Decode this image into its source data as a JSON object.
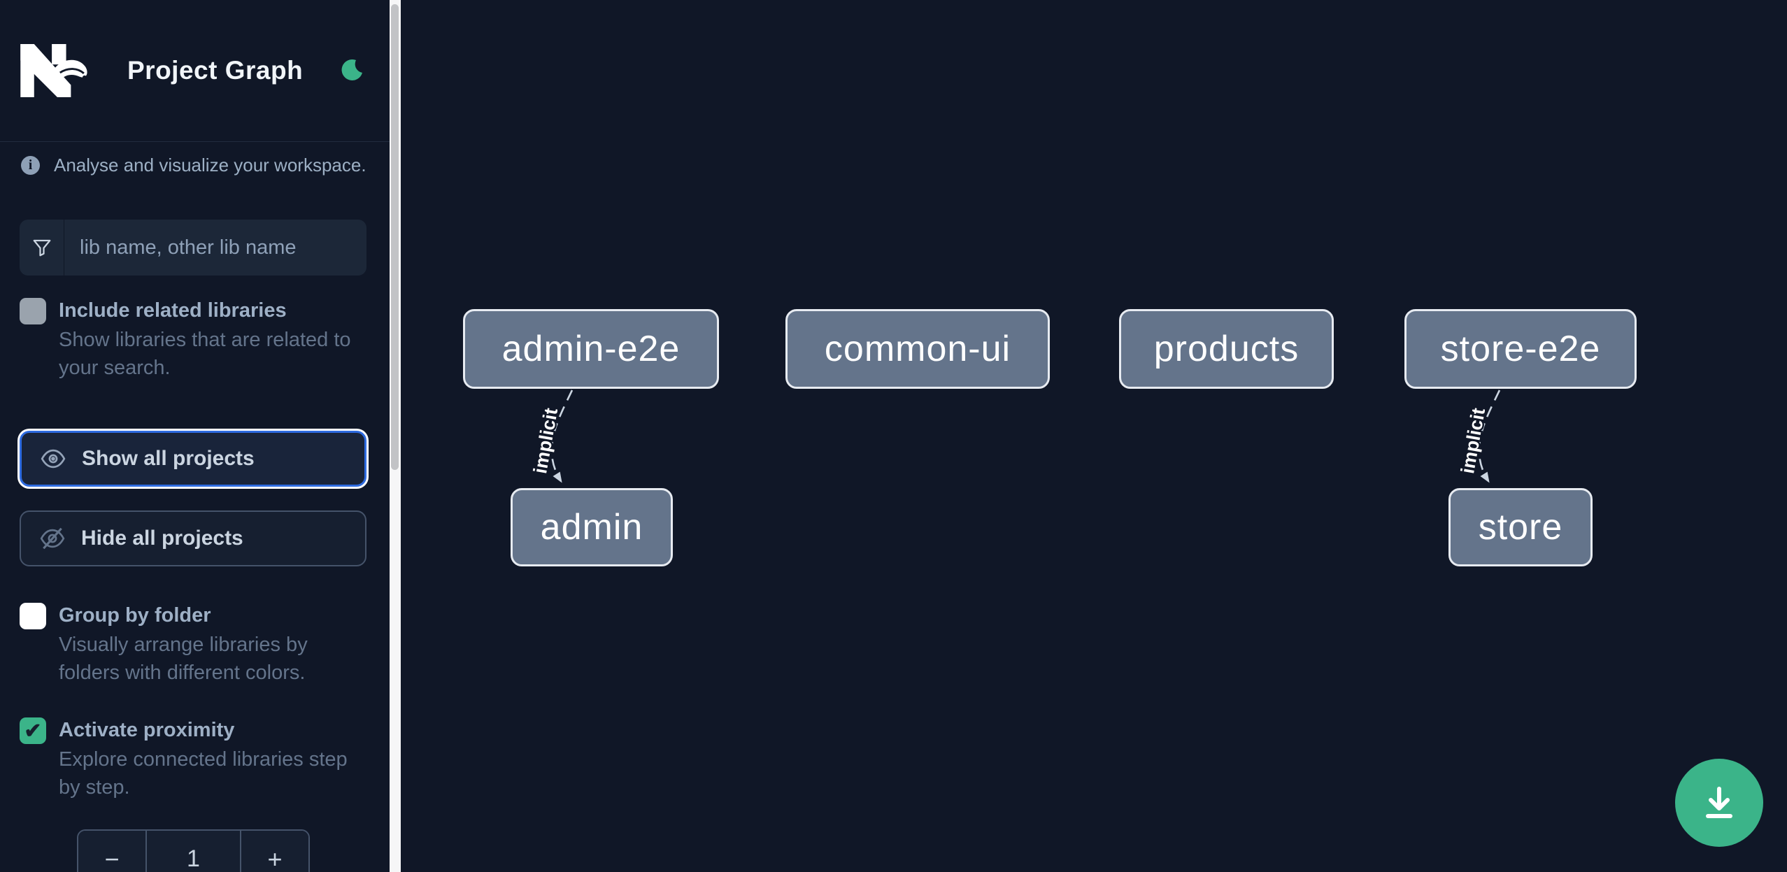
{
  "header": {
    "title": "Project Graph",
    "logo": "nx-logo",
    "theme_toggle_icon": "moon-icon"
  },
  "sidebar": {
    "info": "Analyse and visualize your workspace.",
    "search": {
      "placeholder": "lib name, other lib name",
      "icon": "filter-funnel-icon"
    },
    "checkboxes": [
      {
        "label": "Include related libraries",
        "description": "Show libraries that are related to your search.",
        "checked": false
      },
      {
        "label": "Group by folder",
        "description": "Visually arrange libraries by folders with different colors.",
        "checked": false
      },
      {
        "label": "Activate proximity",
        "description": "Explore connected libraries step by step.",
        "checked": true,
        "checkmark": "✔"
      }
    ],
    "buttons": [
      {
        "label": "Show all projects",
        "icon": "eye-icon",
        "focused": true
      },
      {
        "label": "Hide all projects",
        "icon": "eye-off-icon",
        "focused": false
      }
    ],
    "stepper": {
      "decrement": "−",
      "value": "1",
      "increment": "+"
    }
  },
  "graph": {
    "nodes": [
      {
        "label": "admin-e2e"
      },
      {
        "label": "common-ui"
      },
      {
        "label": "products"
      },
      {
        "label": "store-e2e"
      },
      {
        "label": "admin"
      },
      {
        "label": "store"
      }
    ],
    "edges": [
      {
        "from": "admin-e2e",
        "to": "admin",
        "label": "implicit"
      },
      {
        "from": "store-e2e",
        "to": "store",
        "label": "implicit"
      }
    ]
  },
  "fab": {
    "icon": "download-icon"
  },
  "colors": {
    "background": "#101727",
    "accent_green": "#3bb489",
    "focus_blue": "#2e6be0",
    "node_fill": "#64748b",
    "node_border": "#e7ebf1",
    "edge": "#cbd5e1",
    "label_text": "#9eb0c6",
    "description_text": "#64748b"
  }
}
